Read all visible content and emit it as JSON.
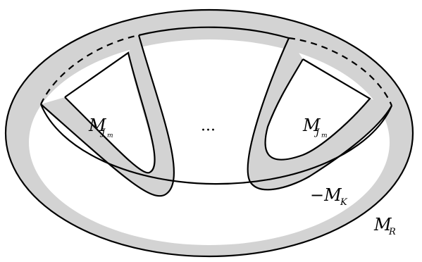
{
  "colors": {
    "shade": "#d3d3d3",
    "ink": "#000000",
    "background": "#ffffff"
  },
  "labels": {
    "left_loop": {
      "base": "M",
      "sub": "J",
      "subsub": "m"
    },
    "right_loop": {
      "base": "M",
      "sub": "J",
      "subsub": "m"
    },
    "dots": "···",
    "minus_mk": {
      "prefix": "−M",
      "sub": "K"
    },
    "mr": {
      "base": "M",
      "sub": "R"
    }
  }
}
